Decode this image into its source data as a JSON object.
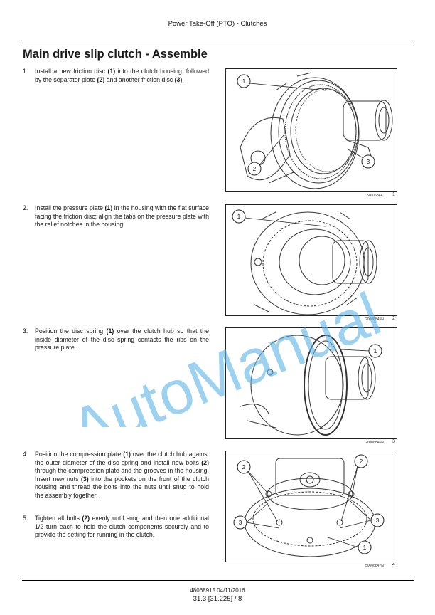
{
  "header": {
    "title": "Power Take-Off (PTO) - Clutches"
  },
  "section_title": "Main drive slip clutch - Assemble",
  "steps": [
    {
      "num": "1.",
      "parts": [
        "Install a new friction disc ",
        "(1)",
        " into the clutch housing, followed by the separator plate ",
        "(2)",
        " and another friction disc ",
        "(3)",
        "."
      ]
    },
    {
      "num": "2.",
      "parts": [
        "Install the pressure plate ",
        "(1)",
        " in the housing with the flat surface facing the friction disc; align the tabs on the pressure plate with the relief notches in the housing."
      ]
    },
    {
      "num": "3.",
      "parts": [
        "Position the disc spring ",
        "(1)",
        " over the clutch hub so that the inside diameter of the disc spring contacts the ribs on the pressure plate."
      ]
    },
    {
      "num": "4.",
      "parts": [
        "Position the compression plate ",
        "(1)",
        " over the clutch hub against the outer diameter of the disc spring and install new bolts ",
        "(2)",
        " through the compression plate and the grooves in the housing.  Insert new nuts ",
        "(3)",
        " into the pockets on the front of the clutch housing and thread the bolts into the nuts until snug to hold the assembly together."
      ]
    },
    {
      "num": "5.",
      "parts": [
        "Tighten all bolts ",
        "(2)",
        " evenly until snug and then one additional 1/2 turn each to hold the clutch components securely and to provide the setting for running in the clutch."
      ]
    }
  ],
  "figures": [
    {
      "code": "50006844",
      "number": "1",
      "callouts": [
        "1",
        "2",
        "3"
      ]
    },
    {
      "code": "20006845N",
      "number": "2",
      "callouts": [
        "1"
      ]
    },
    {
      "code": "20006846N",
      "number": "3",
      "callouts": [
        "1"
      ]
    },
    {
      "code": "50006847N",
      "number": "4",
      "callouts": [
        "2",
        "2",
        "3",
        "3",
        "1"
      ]
    }
  ],
  "footer": {
    "doc": "48068915 04/11/2016",
    "page": "31.3 [31.225] / 8"
  },
  "watermark": {
    "text": "AutoManual",
    "color": "#5ab4e6"
  }
}
